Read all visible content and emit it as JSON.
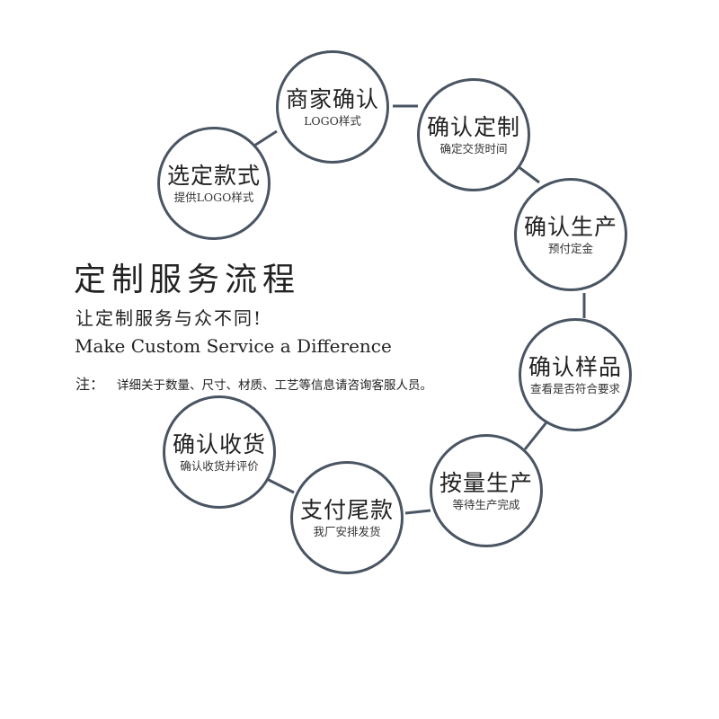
{
  "header": {
    "title": "定制服务流程",
    "subtitle": "让定制服务与众不同!",
    "english": "Make Custom Service a Difference",
    "note_label": "注：",
    "note_text": "详细关于数量、尺寸、材质、工艺等信息请咨询客服人员。"
  },
  "steps": [
    {
      "title": "选定款式",
      "desc": "提供LOGO样式"
    },
    {
      "title": "商家确认",
      "desc": "LOGO样式"
    },
    {
      "title": "确认定制",
      "desc": "确定交货时间"
    },
    {
      "title": "确认生产",
      "desc": "预付定金"
    },
    {
      "title": "确认样品",
      "desc": "查看是否符合要求"
    },
    {
      "title": "按量生产",
      "desc": "等待生产完成"
    },
    {
      "title": "支付尾款",
      "desc": "我厂安排发货"
    },
    {
      "title": "确认收货",
      "desc": "确认收货并评价"
    }
  ],
  "colors": {
    "circle_border": "#4a5563",
    "connector": "#4a5563",
    "text": "#222222"
  }
}
